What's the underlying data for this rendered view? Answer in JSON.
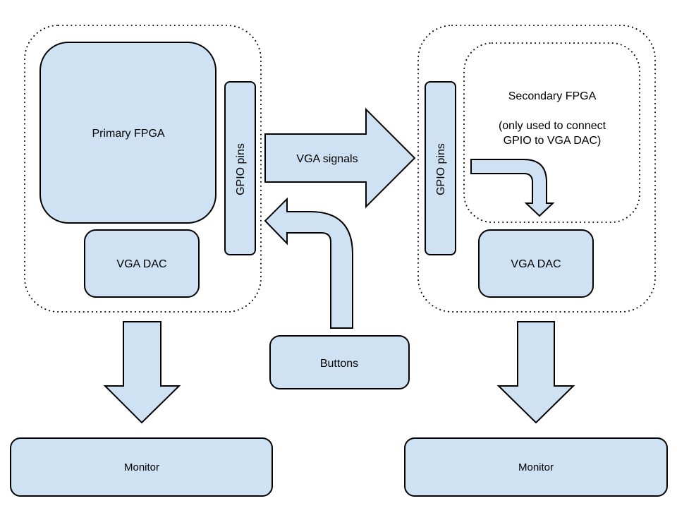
{
  "diagram": {
    "colors": {
      "fill": "#cfe2f3",
      "stroke": "#000000",
      "background": "#ffffff"
    },
    "primary": {
      "fpga_label": "Primary FPGA",
      "gpio_label": "GPIO pins",
      "dac_label": "VGA DAC"
    },
    "secondary": {
      "fpga_title": "Secondary FPGA",
      "fpga_note_line1": "(only used to connect",
      "fpga_note_line2": "GPIO to VGA DAC)",
      "gpio_label": "GPIO pins",
      "dac_label": "VGA DAC"
    },
    "arrows": {
      "vga_signals_label": "VGA signals"
    },
    "buttons_label": "Buttons",
    "monitor_left_label": "Monitor",
    "monitor_right_label": "Monitor"
  }
}
